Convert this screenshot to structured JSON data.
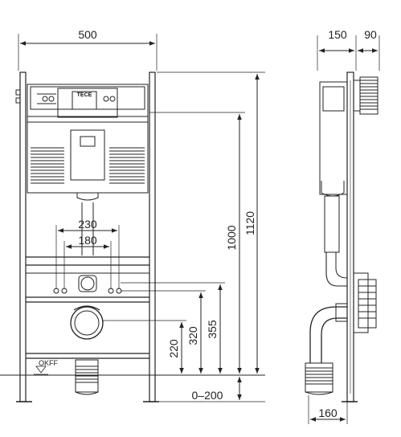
{
  "front_view": {
    "width_label": "500",
    "hole_spacing_outer": "230",
    "hole_spacing_inner": "180",
    "height_1000": "1000",
    "height_1120": "1120",
    "height_355": "355",
    "height_320": "320",
    "height_220": "220",
    "floor_adjust": "0–200",
    "floor_label": "OKFF",
    "brand_label": "TECE"
  },
  "side_view": {
    "depth_150": "150",
    "depth_90": "90",
    "depth_160": "160"
  }
}
